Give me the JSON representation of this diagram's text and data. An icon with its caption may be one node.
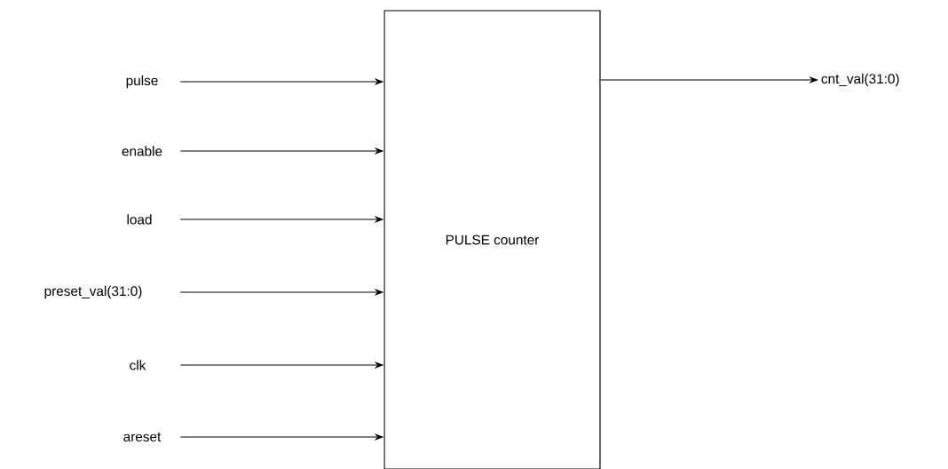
{
  "diagram": {
    "nodes": [
      {
        "text": [
          "pulse"
        ]
      },
      {
        "text": [
          "enable"
        ]
      },
      {
        "text": [
          "load"
        ]
      },
      {
        "text": [
          "preset_val(31:0)"
        ]
      },
      {
        "text": [
          "clk"
        ]
      },
      {
        "text": [
          "areset"
        ]
      },
      {
        "text": [
          "PULSE counter"
        ]
      },
      {
        "text": [
          "cnt_val(31:0)"
        ]
      }
    ],
    "edges": [
      {
        "from": 0,
        "to": 6,
        "arrow": "to"
      },
      {
        "from": 1,
        "to": 6,
        "arrow": "to"
      },
      {
        "from": 2,
        "to": 6,
        "arrow": "to"
      },
      {
        "from": 3,
        "to": 6,
        "arrow": "to"
      },
      {
        "from": 4,
        "to": 6,
        "arrow": "to"
      },
      {
        "from": 5,
        "to": 6,
        "arrow": "to"
      },
      {
        "from": 6,
        "to": 7,
        "arrow": "to"
      }
    ]
  }
}
